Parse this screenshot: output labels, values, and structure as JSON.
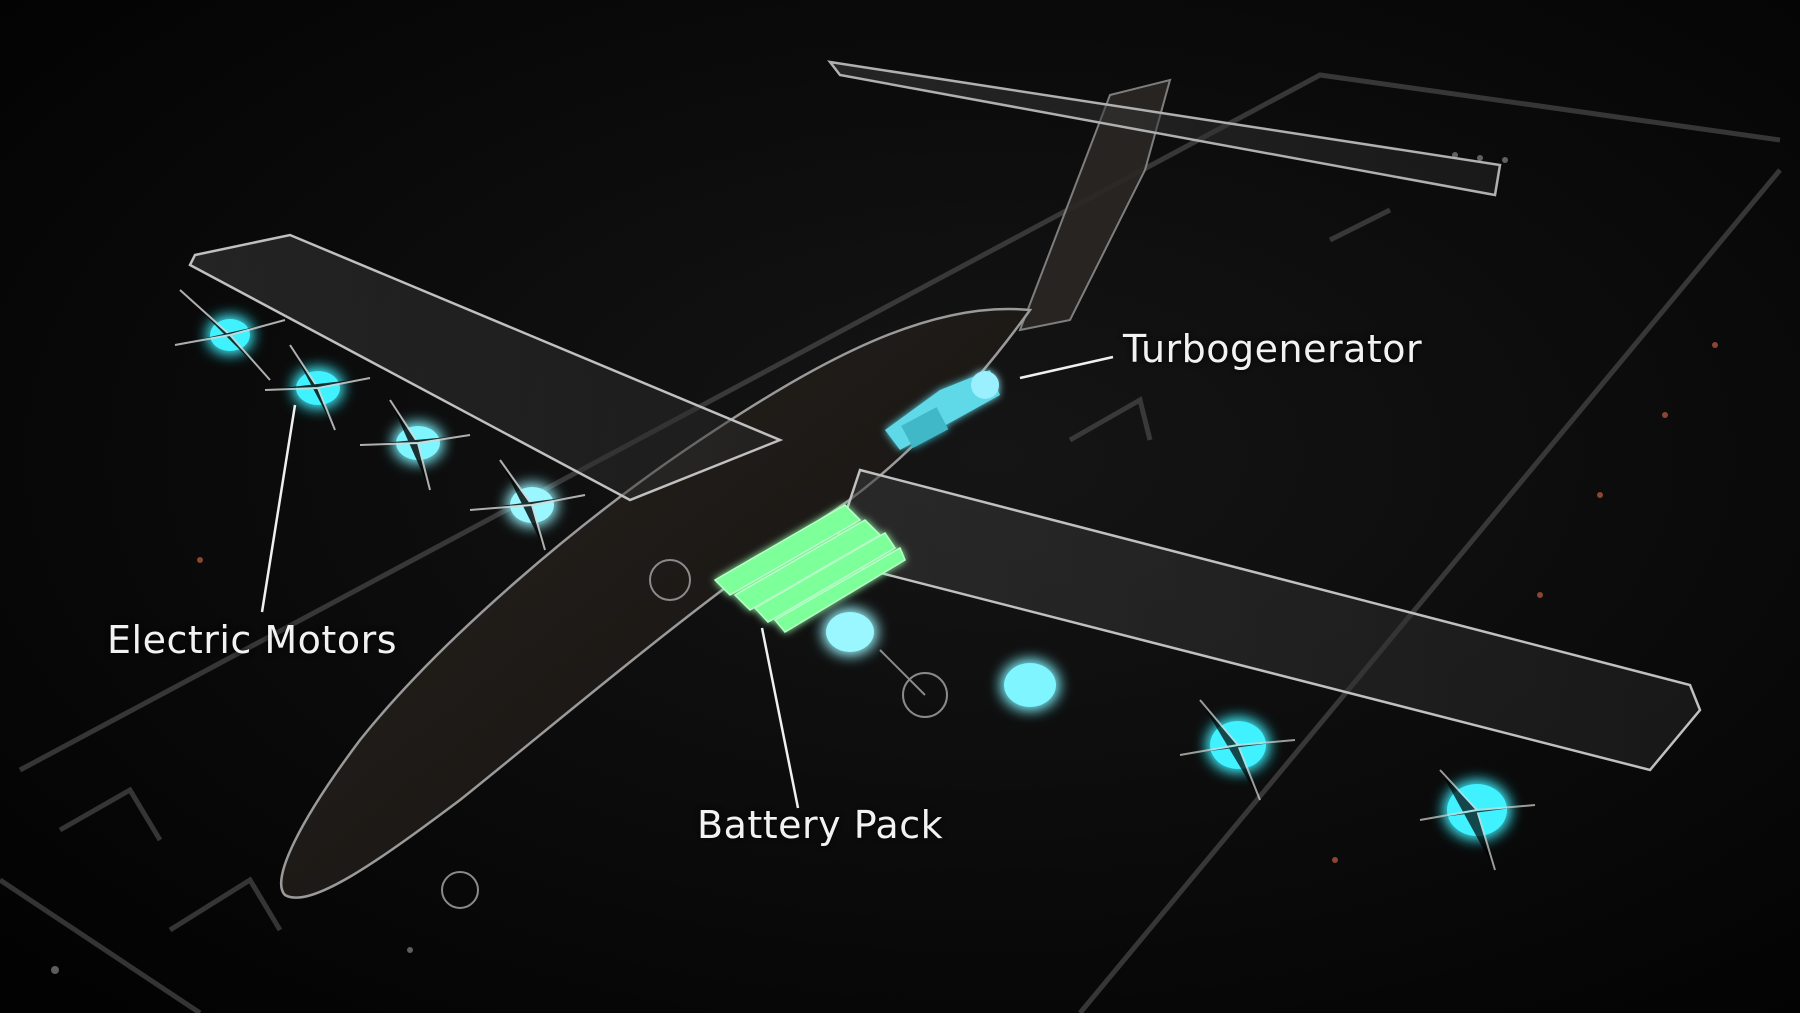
{
  "labels": {
    "turbogenerator": "Turbogenerator",
    "electric_motors": "Electric Motors",
    "battery_pack": "Battery Pack"
  },
  "colors": {
    "background": "#000000",
    "motor_glow": "#3ff2ff",
    "battery_glow": "#7dff9a",
    "airframe_line": "#bfbfbf",
    "label_text": "#f2f2f2"
  },
  "icons": {
    "motor": "electric-motor-icon",
    "battery": "battery-pack-icon",
    "generator": "turbogenerator-icon"
  }
}
